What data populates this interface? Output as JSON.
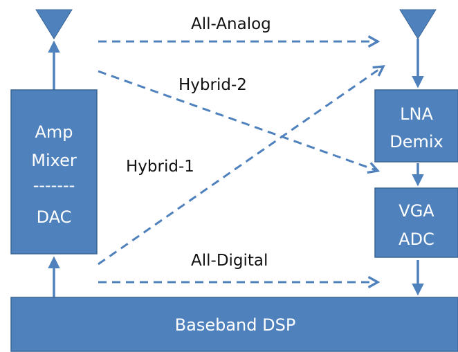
{
  "colors": {
    "block_fill": "#4f81bd",
    "block_stroke": "#3a6595",
    "block_text": "#ffffff",
    "label_text": "#111111"
  },
  "blocks": {
    "tx": {
      "line1": "Amp",
      "line2": "Mixer",
      "divider": "-------",
      "line3": "DAC"
    },
    "lna": {
      "line1": "LNA",
      "line2": "Demix"
    },
    "vga": {
      "line1": "VGA",
      "line2": "ADC"
    },
    "baseband": {
      "label": "Baseband DSP"
    }
  },
  "paths": {
    "all_analog": "All-Analog",
    "hybrid_2": "Hybrid-2",
    "hybrid_1": "Hybrid-1",
    "all_digital": "All-Digital"
  },
  "icons": {
    "tx_antenna": "antenna-icon",
    "rx_antenna": "antenna-icon"
  }
}
